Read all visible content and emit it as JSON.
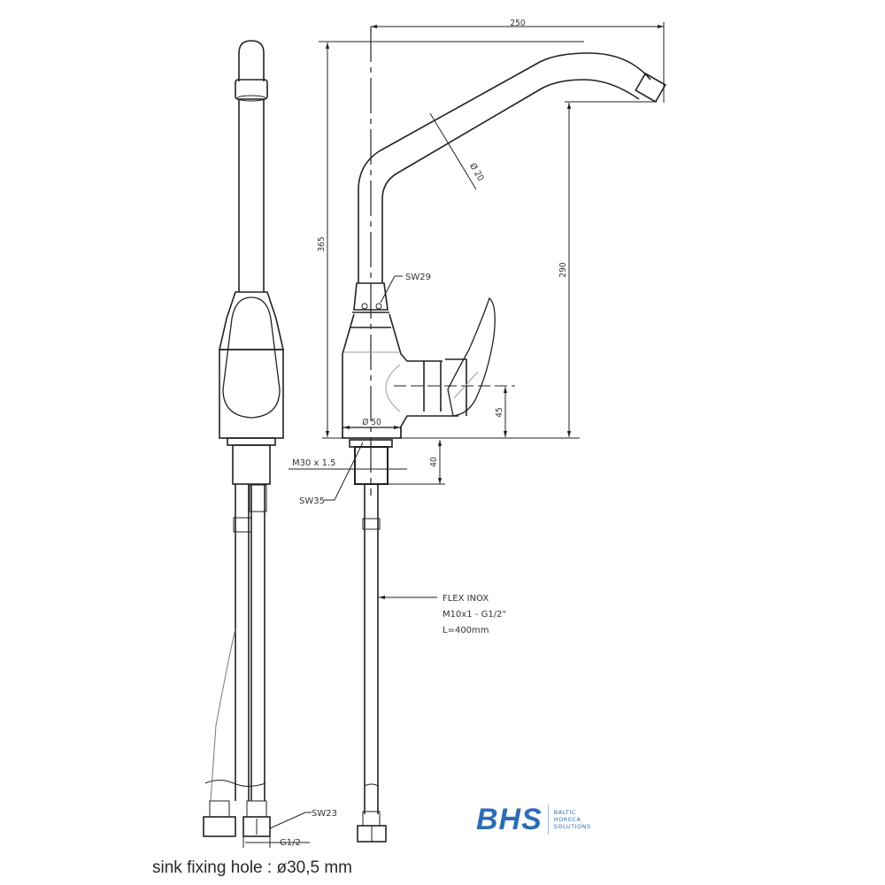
{
  "drawing": {
    "title": "Single-lever kitchen faucet technical drawing",
    "dimensions": {
      "spout_reach": "250",
      "total_height": "365",
      "spout_outlet_height": "290",
      "spout_diameter": "Ø 20",
      "base_diameter": "Ø 50",
      "lever_axis_height": "45",
      "thread_length": "40",
      "thread": "M30 x 1.5",
      "hose_connection": "G1/2"
    },
    "wrench_sizes": {
      "spout_nut": "SW29",
      "mounting_nut": "SW35",
      "hose_nut": "SW23"
    },
    "hose_callout": {
      "line1": "FLEX INOX",
      "line2": "M10x1 - G1/2\"",
      "line3": "L=400mm"
    },
    "caption": "sink fixing hole : ø30,5 mm"
  },
  "logo": {
    "mark": "BHS",
    "line1": "BALTIC",
    "line2": "HORECA",
    "line3": "SOLUTIONS",
    "color": "#2d6db5"
  }
}
